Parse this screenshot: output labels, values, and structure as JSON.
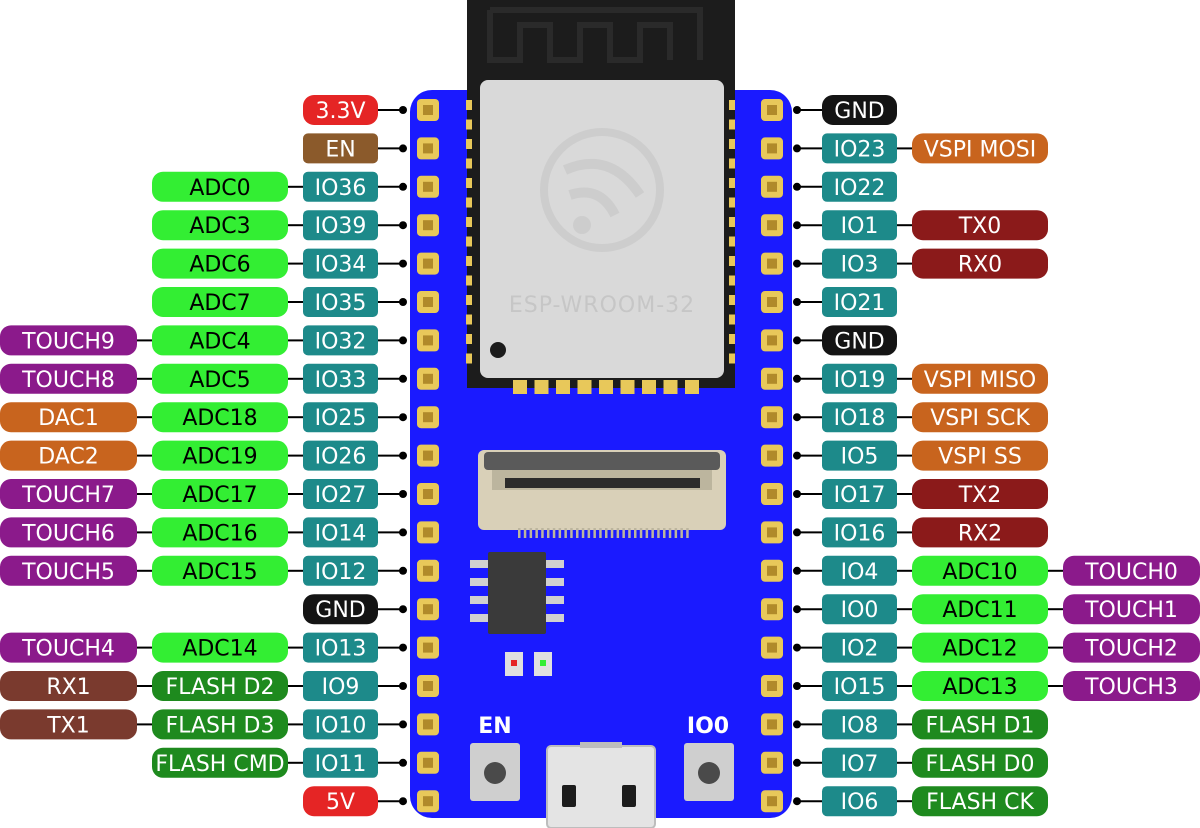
{
  "module": {
    "name": "ESP-WROOM-32",
    "colors": {
      "board": "#1a1aff",
      "module": "#d9d9d9",
      "antenna": "#1c1c1c",
      "pad": "#e8c85a"
    }
  },
  "buttons": {
    "en_label": "EN",
    "io0_label": "IO0"
  },
  "colors": {
    "power": "#e52525",
    "gnd": "#141414",
    "en": "#8b5a2b",
    "io": "#1d8a8a",
    "adc": "#33ee33",
    "touch": "#8b1a8b",
    "dac": "#c8641e",
    "vspi": "#c8641e",
    "uart": "#8b1a1a",
    "uart1": "#7a3a2e",
    "flash": "#1e8a1e"
  },
  "left_pins": [
    {
      "labels": [
        {
          "text": "3.3V",
          "kind": "power"
        }
      ]
    },
    {
      "labels": [
        {
          "text": "EN",
          "kind": "en"
        }
      ]
    },
    {
      "labels": [
        {
          "text": "IO36",
          "kind": "io"
        },
        {
          "text": "ADC0",
          "kind": "adc"
        }
      ]
    },
    {
      "labels": [
        {
          "text": "IO39",
          "kind": "io"
        },
        {
          "text": "ADC3",
          "kind": "adc"
        }
      ]
    },
    {
      "labels": [
        {
          "text": "IO34",
          "kind": "io"
        },
        {
          "text": "ADC6",
          "kind": "adc"
        }
      ]
    },
    {
      "labels": [
        {
          "text": "IO35",
          "kind": "io"
        },
        {
          "text": "ADC7",
          "kind": "adc"
        }
      ]
    },
    {
      "labels": [
        {
          "text": "IO32",
          "kind": "io"
        },
        {
          "text": "ADC4",
          "kind": "adc"
        },
        {
          "text": "TOUCH9",
          "kind": "touch"
        }
      ]
    },
    {
      "labels": [
        {
          "text": "IO33",
          "kind": "io"
        },
        {
          "text": "ADC5",
          "kind": "adc"
        },
        {
          "text": "TOUCH8",
          "kind": "touch"
        }
      ]
    },
    {
      "labels": [
        {
          "text": "IO25",
          "kind": "io"
        },
        {
          "text": "ADC18",
          "kind": "adc"
        },
        {
          "text": "DAC1",
          "kind": "dac"
        }
      ]
    },
    {
      "labels": [
        {
          "text": "IO26",
          "kind": "io"
        },
        {
          "text": "ADC19",
          "kind": "adc"
        },
        {
          "text": "DAC2",
          "kind": "dac"
        }
      ]
    },
    {
      "labels": [
        {
          "text": "IO27",
          "kind": "io"
        },
        {
          "text": "ADC17",
          "kind": "adc"
        },
        {
          "text": "TOUCH7",
          "kind": "touch"
        }
      ]
    },
    {
      "labels": [
        {
          "text": "IO14",
          "kind": "io"
        },
        {
          "text": "ADC16",
          "kind": "adc"
        },
        {
          "text": "TOUCH6",
          "kind": "touch"
        }
      ]
    },
    {
      "labels": [
        {
          "text": "IO12",
          "kind": "io"
        },
        {
          "text": "ADC15",
          "kind": "adc"
        },
        {
          "text": "TOUCH5",
          "kind": "touch"
        }
      ]
    },
    {
      "labels": [
        {
          "text": "GND",
          "kind": "gnd"
        }
      ]
    },
    {
      "labels": [
        {
          "text": "IO13",
          "kind": "io"
        },
        {
          "text": "ADC14",
          "kind": "adc"
        },
        {
          "text": "TOUCH4",
          "kind": "touch"
        }
      ]
    },
    {
      "labels": [
        {
          "text": "IO9",
          "kind": "io"
        },
        {
          "text": "FLASH D2",
          "kind": "flash"
        },
        {
          "text": "RX1",
          "kind": "uart1"
        }
      ]
    },
    {
      "labels": [
        {
          "text": "IO10",
          "kind": "io"
        },
        {
          "text": "FLASH D3",
          "kind": "flash"
        },
        {
          "text": "TX1",
          "kind": "uart1"
        }
      ]
    },
    {
      "labels": [
        {
          "text": "IO11",
          "kind": "io"
        },
        {
          "text": "FLASH CMD",
          "kind": "flash"
        }
      ]
    },
    {
      "labels": [
        {
          "text": "5V",
          "kind": "power"
        }
      ]
    }
  ],
  "right_pins": [
    {
      "labels": [
        {
          "text": "GND",
          "kind": "gnd"
        }
      ]
    },
    {
      "labels": [
        {
          "text": "IO23",
          "kind": "io"
        },
        {
          "text": "VSPI MOSI",
          "kind": "vspi"
        }
      ]
    },
    {
      "labels": [
        {
          "text": "IO22",
          "kind": "io"
        }
      ]
    },
    {
      "labels": [
        {
          "text": "IO1",
          "kind": "io"
        },
        {
          "text": "TX0",
          "kind": "uart"
        }
      ]
    },
    {
      "labels": [
        {
          "text": "IO3",
          "kind": "io"
        },
        {
          "text": "RX0",
          "kind": "uart"
        }
      ]
    },
    {
      "labels": [
        {
          "text": "IO21",
          "kind": "io"
        }
      ]
    },
    {
      "labels": [
        {
          "text": "GND",
          "kind": "gnd"
        }
      ]
    },
    {
      "labels": [
        {
          "text": "IO19",
          "kind": "io"
        },
        {
          "text": "VSPI MISO",
          "kind": "vspi"
        }
      ]
    },
    {
      "labels": [
        {
          "text": "IO18",
          "kind": "io"
        },
        {
          "text": "VSPI SCK",
          "kind": "vspi"
        }
      ]
    },
    {
      "labels": [
        {
          "text": "IO5",
          "kind": "io"
        },
        {
          "text": "VSPI SS",
          "kind": "vspi"
        }
      ]
    },
    {
      "labels": [
        {
          "text": "IO17",
          "kind": "io"
        },
        {
          "text": "TX2",
          "kind": "uart"
        }
      ]
    },
    {
      "labels": [
        {
          "text": "IO16",
          "kind": "io"
        },
        {
          "text": "RX2",
          "kind": "uart"
        }
      ]
    },
    {
      "labels": [
        {
          "text": "IO4",
          "kind": "io"
        },
        {
          "text": "ADC10",
          "kind": "adc"
        },
        {
          "text": "TOUCH0",
          "kind": "touch"
        }
      ]
    },
    {
      "labels": [
        {
          "text": "IO0",
          "kind": "io"
        },
        {
          "text": "ADC11",
          "kind": "adc"
        },
        {
          "text": "TOUCH1",
          "kind": "touch"
        }
      ]
    },
    {
      "labels": [
        {
          "text": "IO2",
          "kind": "io"
        },
        {
          "text": "ADC12",
          "kind": "adc"
        },
        {
          "text": "TOUCH2",
          "kind": "touch"
        }
      ]
    },
    {
      "labels": [
        {
          "text": "IO15",
          "kind": "io"
        },
        {
          "text": "ADC13",
          "kind": "adc"
        },
        {
          "text": "TOUCH3",
          "kind": "touch"
        }
      ]
    },
    {
      "labels": [
        {
          "text": "IO8",
          "kind": "io"
        },
        {
          "text": "FLASH D1",
          "kind": "flash"
        }
      ]
    },
    {
      "labels": [
        {
          "text": "IO7",
          "kind": "io"
        },
        {
          "text": "FLASH D0",
          "kind": "flash"
        }
      ]
    },
    {
      "labels": [
        {
          "text": "IO6",
          "kind": "io"
        },
        {
          "text": "FLASH CK",
          "kind": "flash"
        }
      ]
    }
  ]
}
